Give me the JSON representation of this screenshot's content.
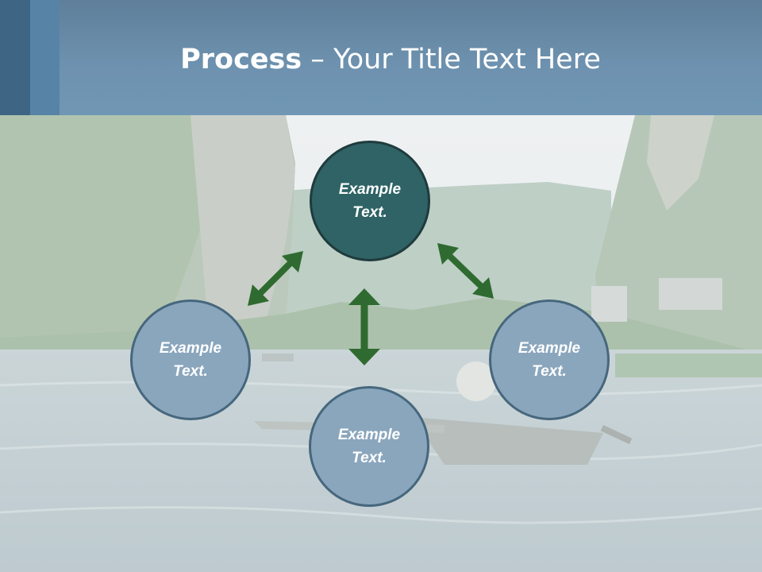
{
  "slide": {
    "title_bold": "Process",
    "title_rest": " – Your Title Text Here"
  },
  "nodes": {
    "top": "Example Text.",
    "left": "Example Text.",
    "right": "Example Text.",
    "bottom": "Example Text."
  },
  "colors": {
    "header": "#6d91ae",
    "node_light": "#8aa6bd",
    "node_dark": "#2f6365",
    "arrow": "#2f6b30"
  }
}
